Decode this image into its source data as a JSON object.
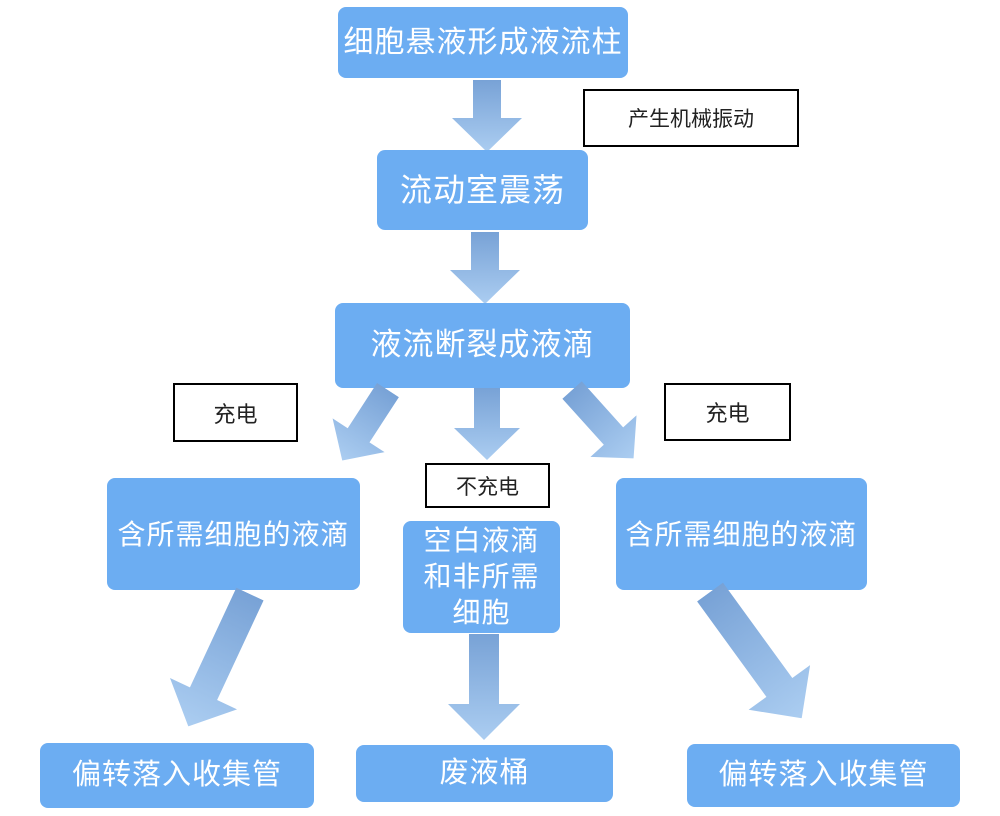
{
  "flowchart": {
    "colors": {
      "background": "#ffffff",
      "node_fill": "#6cadf2",
      "node_text": "#ffffff",
      "label_border": "#000000",
      "label_text": "#222222",
      "arrow_gradient_start": "#78a2d6",
      "arrow_gradient_end": "#abcdf1"
    },
    "nodes": {
      "suspension": "细胞悬液形成液流柱",
      "flow_chamber": "流动室震荡",
      "stream_break": "液流断裂成液滴",
      "left_droplets": "含所需细胞的液滴",
      "center_droplets": "空白液滴\n和非所需\n细胞",
      "right_droplets": "含所需细胞的液滴",
      "left_collect": "偏转落入收集管",
      "waste": "废液桶",
      "right_collect": "偏转落入收集管"
    },
    "labels": {
      "mechanical_vibration": "产生机械振动",
      "charge_left": "充电",
      "no_charge": "不充电",
      "charge_right": "充电"
    }
  }
}
